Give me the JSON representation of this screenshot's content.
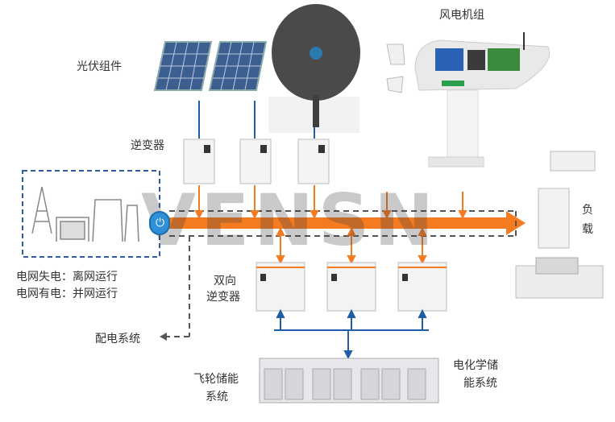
{
  "labels": {
    "pv_modules": "光伏组件",
    "wind_turbine": "风电机组",
    "inverter": "逆变器",
    "load_line1": "负",
    "load_line2": "载",
    "grid_off": "电网失电：离网运行",
    "grid_on": "电网有电：并网运行",
    "bidirectional_line1": "双向",
    "bidirectional_line2": "逆变器",
    "distribution": "配电系统",
    "flywheel_line1": "飞轮储能",
    "flywheel_line2": "系统",
    "electrochem_line1": "电化学储",
    "electrochem_line2": "能系统"
  },
  "watermark": "VENSN",
  "power_icon": "power-icon",
  "colors": {
    "orange": "#f47b20",
    "blue": "#1f5fa8",
    "dash_gray": "#555555",
    "grid_box": "#2d5aa0"
  }
}
